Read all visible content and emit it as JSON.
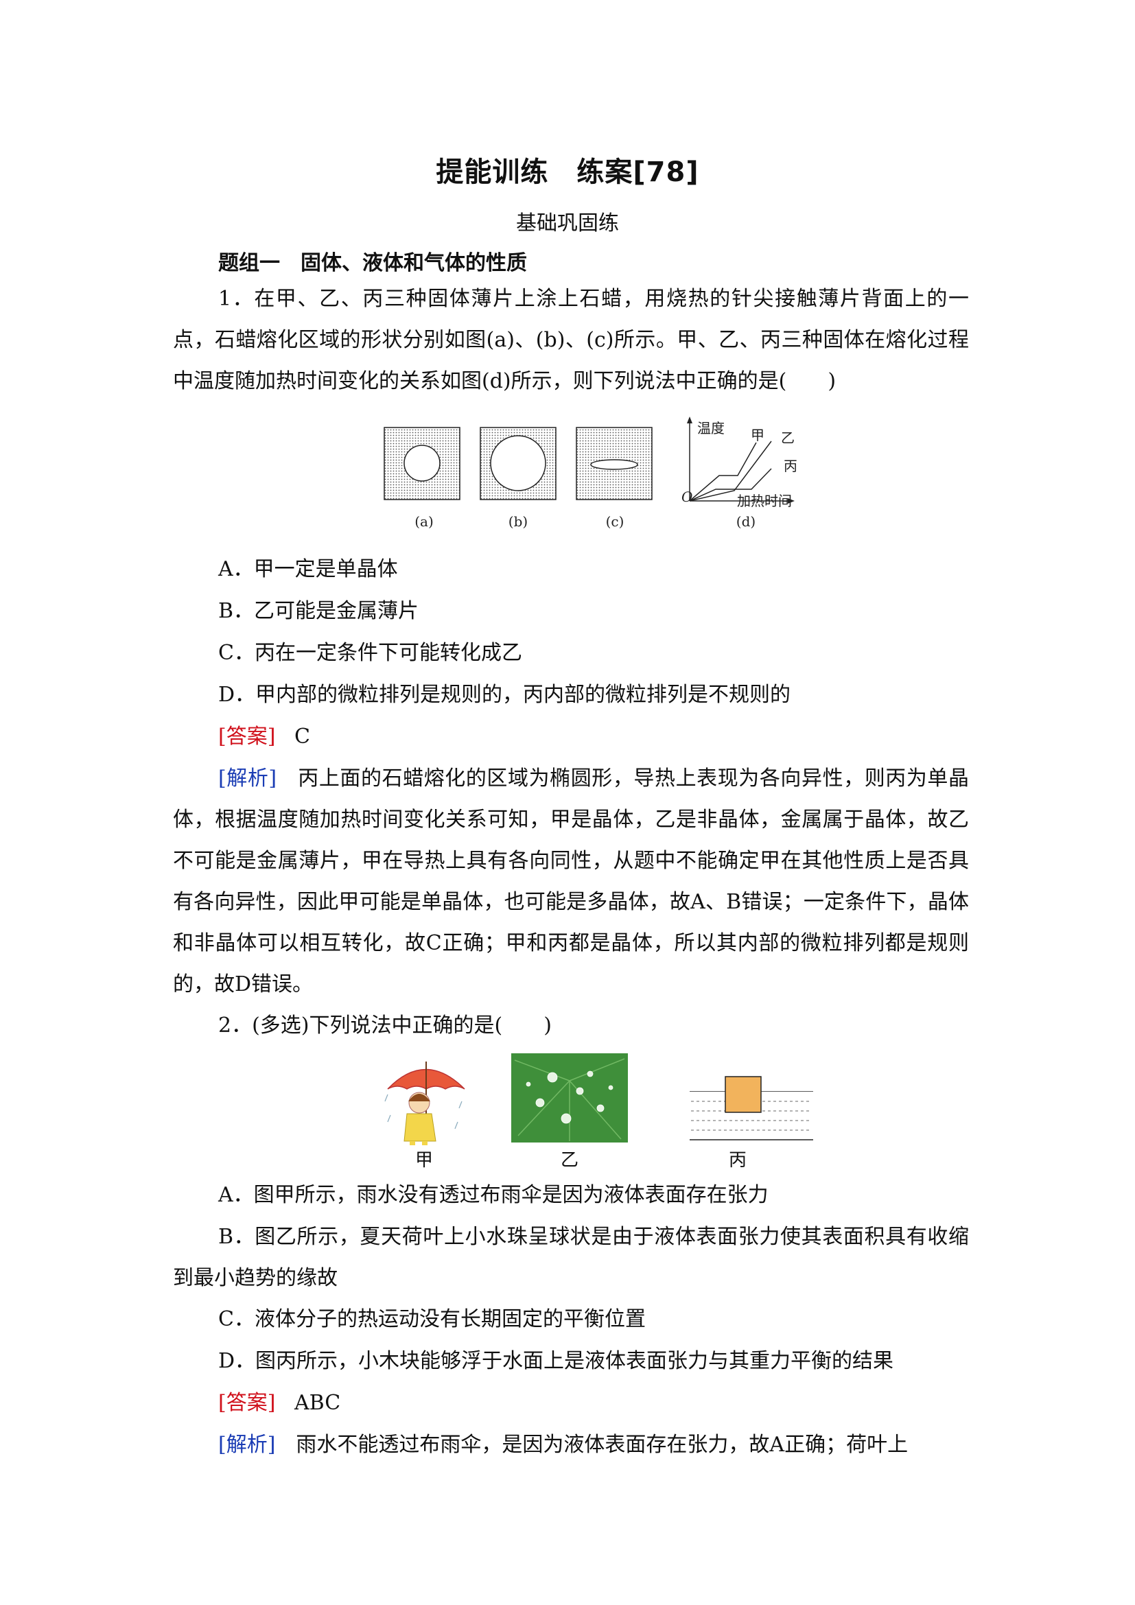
{
  "header": {
    "title": "提能训练　练案[78]",
    "subtitle": "基础巩固练"
  },
  "section": {
    "label": "题组一　固体、液体和气体的性质"
  },
  "q1": {
    "stem": "1．在甲、乙、丙三种固体薄片上涂上石蜡，用烧热的针尖接触薄片背面上的一点，石蜡熔化区域的形状分别如图(a)、(b)、(c)所示。甲、乙、丙三种固体在熔化过程中温度随加热时间变化的关系如图(d)所示，则下列说法中正确的是(　　)",
    "figure": {
      "panel_labels": [
        "(a)",
        "(b)",
        "(c)",
        "(d)"
      ],
      "graph_ylabel": "温度",
      "graph_xlabel": "加热时间",
      "graph_origin": "O",
      "curve_labels": [
        "甲",
        "乙",
        "丙"
      ]
    },
    "options": [
      "A．甲一定是单晶体",
      "B．乙可能是金属薄片",
      "C．丙在一定条件下可能转化成乙",
      "D．甲内部的微粒排列是规则的，丙内部的微粒排列是不规则的"
    ],
    "answer_tag": "[答案]",
    "answer": "C",
    "analysis_tag": "[解析]",
    "analysis": "丙上面的石蜡熔化的区域为椭圆形，导热上表现为各向异性，则丙为单晶体，根据温度随加热时间变化关系可知，甲是晶体，乙是非晶体，金属属于晶体，故乙不可能是金属薄片，甲在导热上具有各向同性，从题中不能确定甲在其他性质上是否具有各向异性，因此甲可能是单晶体，也可能是多晶体，故A、B错误；一定条件下，晶体和非晶体可以相互转化，故C正确；甲和丙都是晶体，所以其内部的微粒排列都是规则的，故D错误。"
  },
  "q2": {
    "stem": "2．(多选)下列说法中正确的是(　　)",
    "figure": {
      "captions": [
        "甲",
        "乙",
        "丙"
      ]
    },
    "options": [
      "A．图甲所示，雨水没有透过布雨伞是因为液体表面存在张力",
      "B．图乙所示，夏天荷叶上小水珠呈球状是由于液体表面张力使其表面积具有收缩到最小趋势的缘故",
      "C．液体分子的热运动没有长期固定的平衡位置",
      "D．图丙所示，小木块能够浮于水面上是液体表面张力与其重力平衡的结果"
    ],
    "answer_tag": "[答案]",
    "answer": "ABC",
    "analysis_tag": "[解析]",
    "analysis": "雨水不能透过布雨伞，是因为液体表面存在张力，故A正确；荷叶上"
  },
  "colors": {
    "answer_tag": "#d0101b",
    "analysis_tag": "#1a3cb4",
    "umbrella": "#e8583a",
    "leaf": "#3f8f3a",
    "block": "#f2b35c"
  }
}
